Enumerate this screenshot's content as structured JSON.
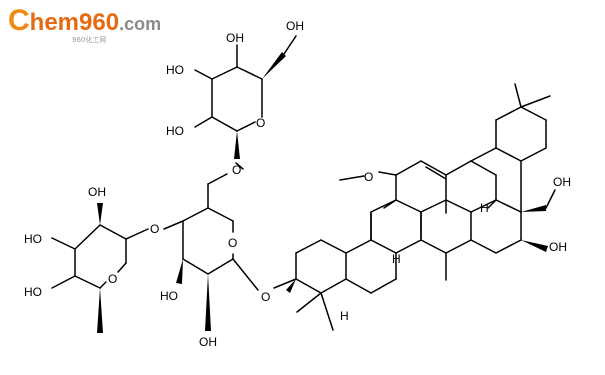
{
  "logo": {
    "c": "C",
    "hem": "hem",
    "num": "960",
    "tld": ".com",
    "sub": "960化工网"
  },
  "labels": {
    "oh": "OH",
    "ho": "HO",
    "o": "O",
    "h": "H"
  }
}
